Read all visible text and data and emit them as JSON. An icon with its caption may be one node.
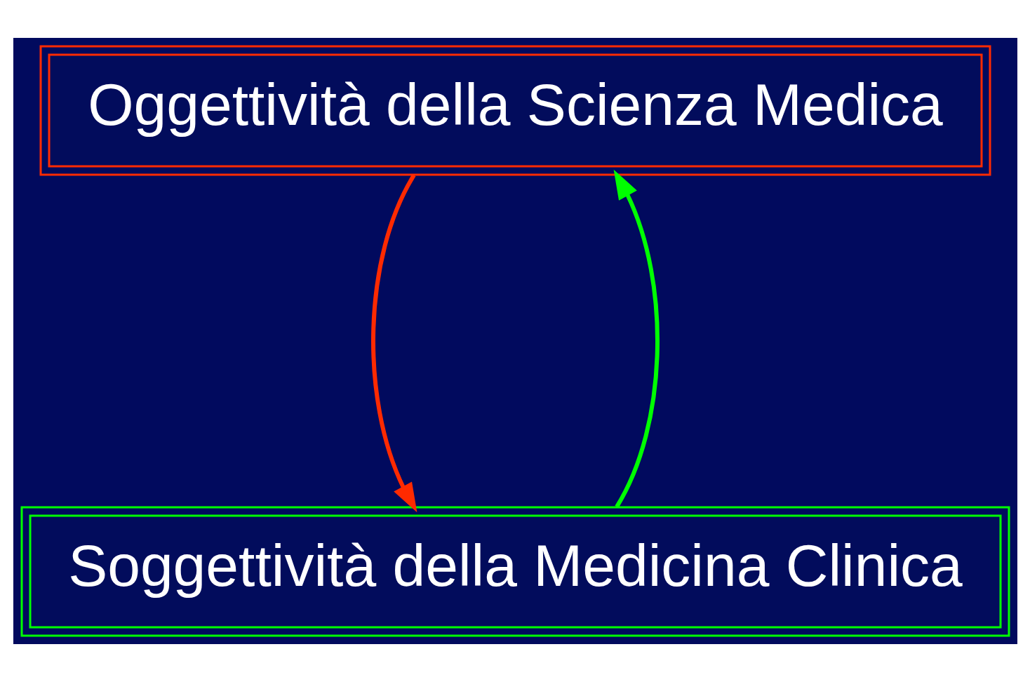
{
  "diagram": {
    "nodes": [
      {
        "text": [
          "Oggettività della Scienza Medica"
        ]
      },
      {
        "text": [
          "Soggettività della Medicina Clinica"
        ]
      }
    ],
    "edges": [
      {
        "from": 0,
        "to": 1,
        "arrow": "to",
        "color": "#ff2a00"
      },
      {
        "from": 1,
        "to": 0,
        "arrow": "to",
        "color": "#00ff00"
      }
    ]
  }
}
